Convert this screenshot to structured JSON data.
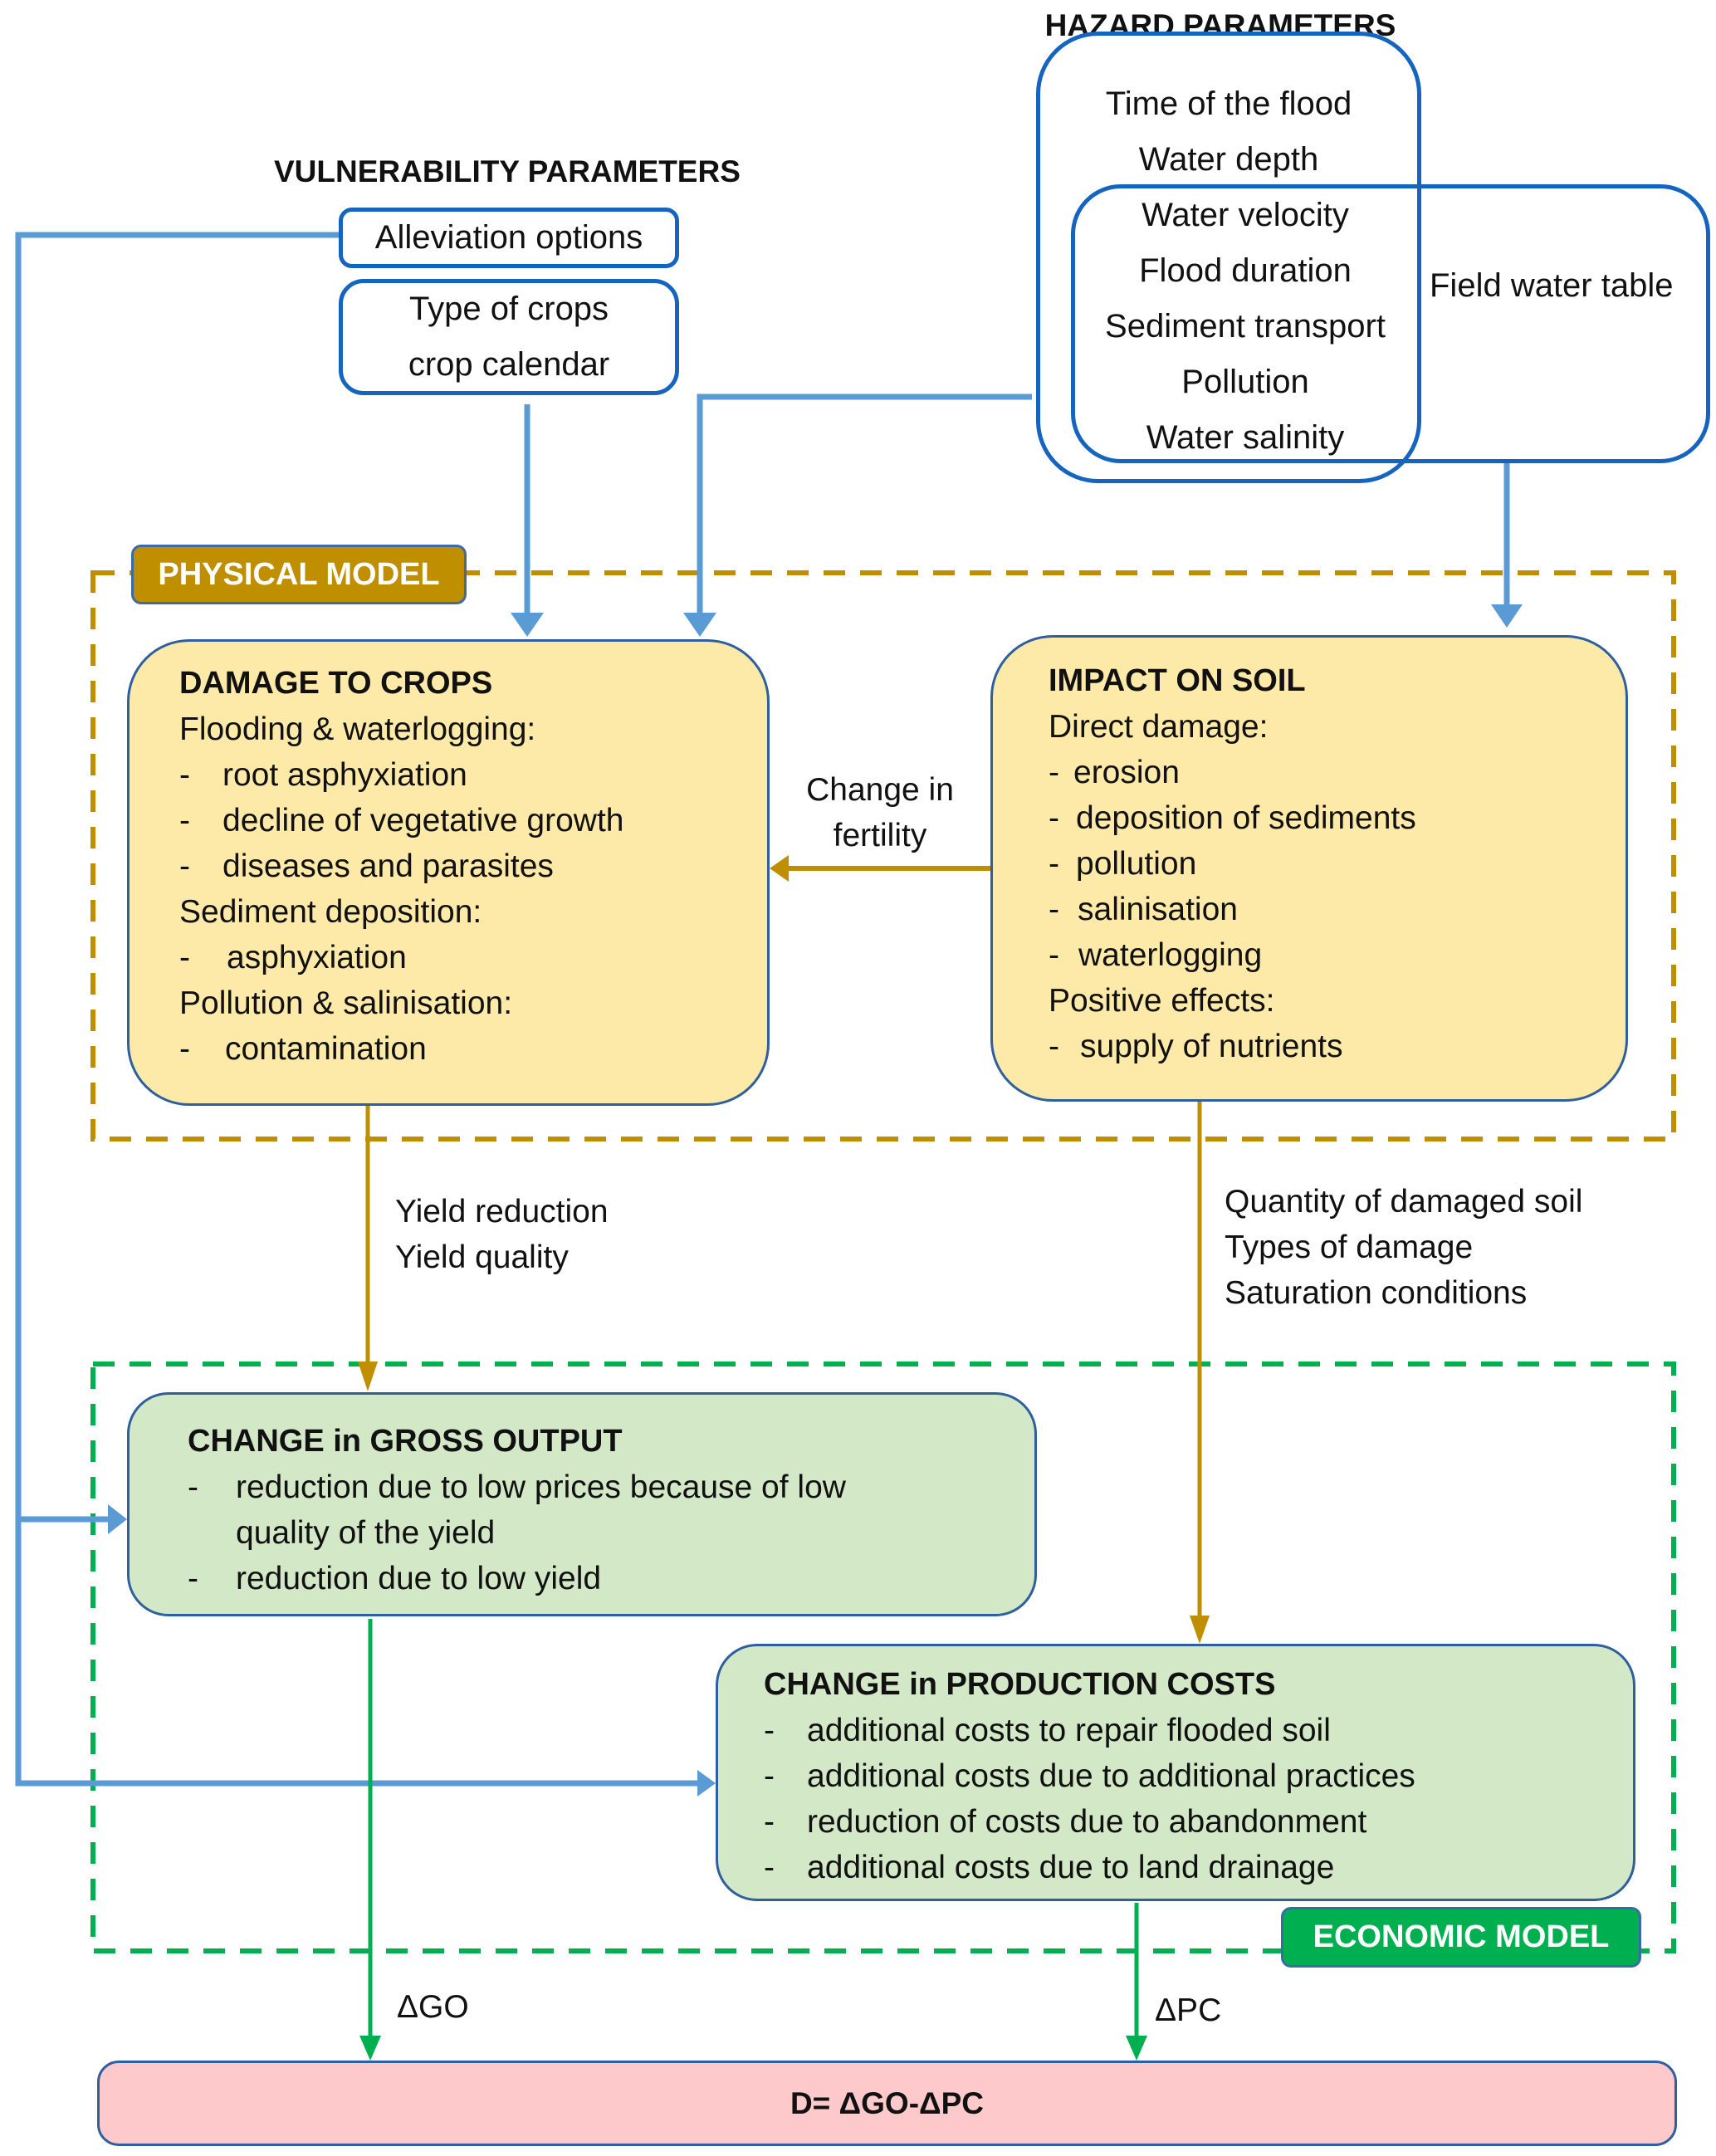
{
  "colors": {
    "blue_connector": "#5b9bd5",
    "parameter_border": "#1565c0",
    "physical_model": "#bf8f00",
    "economic_model": "#00b050",
    "damage_fill": "#fde9a8",
    "economic_fill": "#d2e8c6",
    "result_fill": "#fdc9cb"
  },
  "hazard": {
    "title": "HAZARD PARAMETERS",
    "outer_items": [
      "Time of the flood",
      "Water depth"
    ],
    "shared_items": [
      "Water velocity",
      "Flood duration",
      "Sediment transport",
      "Pollution",
      "Water salinity"
    ],
    "field_item": "Field water table"
  },
  "vulnerability": {
    "title": "VULNERABILITY PARAMETERS",
    "alleviation": "Alleviation options",
    "crops_lines": [
      "Type of crops",
      "crop calendar"
    ]
  },
  "physical_model": {
    "label": "PHYSICAL MODEL",
    "damage_to_crops": {
      "heading": "DAMAGE TO CROPS",
      "sections": [
        {
          "title": "Flooding & waterlogging:",
          "items": [
            "root asphyxiation",
            "decline of vegetative growth",
            "diseases and parasites"
          ]
        },
        {
          "title": "Sediment deposition:",
          "items": [
            "asphyxiation"
          ]
        },
        {
          "title": "Pollution & salinisation:",
          "items": [
            "contamination"
          ]
        }
      ]
    },
    "impact_on_soil": {
      "heading": "IMPACT ON SOIL",
      "sections": [
        {
          "title": "Direct damage:",
          "items": [
            "erosion",
            "deposition of sediments",
            "pollution",
            "salinisation",
            "waterlogging"
          ]
        },
        {
          "title": "Positive effects:",
          "items": [
            "supply of nutrients"
          ]
        }
      ]
    },
    "fertility_link": [
      "Change in",
      "fertility"
    ]
  },
  "links": {
    "crops_to_output": [
      "Yield reduction",
      "Yield quality"
    ],
    "soil_to_costs": [
      "Quantity of damaged soil",
      "Types of damage",
      "Saturation conditions"
    ],
    "delta_go": "ΔGO",
    "delta_pc": "ΔPC"
  },
  "economic_model": {
    "label": "ECONOMIC MODEL",
    "gross_output": {
      "heading": "CHANGE in GROSS OUTPUT",
      "items": [
        "reduction due to low prices because of low",
        "quality of the yield",
        "reduction due to low yield"
      ]
    },
    "production_costs": {
      "heading": "CHANGE in PRODUCTION COSTS",
      "items": [
        "additional costs to repair flooded soil",
        "additional costs due to additional practices",
        "reduction of costs due to abandonment",
        "additional costs due to land drainage"
      ]
    }
  },
  "result": {
    "formula": "D= ΔGO-ΔPC"
  }
}
